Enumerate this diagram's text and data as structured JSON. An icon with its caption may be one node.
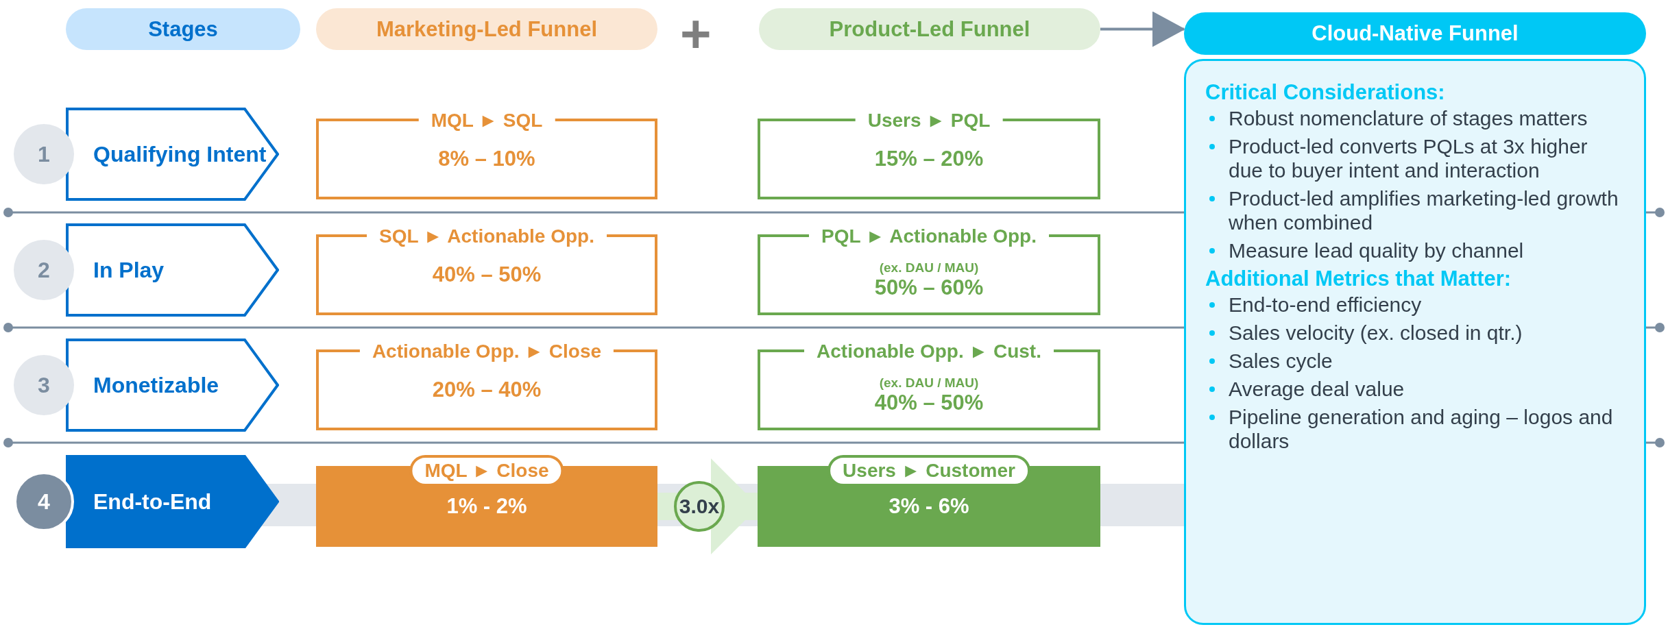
{
  "diagram": {
    "nodes": [
      {
        "text": [
          "Stages"
        ]
      },
      {
        "text": [
          "Marketing-Led Funnel"
        ]
      },
      {
        "text": [
          "Product-Led Funnel"
        ]
      },
      {
        "text": [
          "Cloud-Native Funnel"
        ]
      },
      {
        "text": [
          "Critical Considerations:",
          "Robust nomenclature of stages matters",
          "Product-led converts PQLs at 3x higher due to buyer intent and interaction",
          "Product-led amplifies marketing-led growth when combined",
          "Measure lead quality by channel",
          "Additional Metrics that Matter:",
          "End-to-end efficiency",
          "Sales velocity (ex. closed in qtr.)",
          "Sales cycle",
          "Average deal value",
          "Pipeline generation and aging – logos and dollars"
        ]
      },
      {
        "text": [
          "1"
        ]
      },
      {
        "text": [
          "Qualifying Intent"
        ]
      },
      {
        "text": [
          "MQL ► SQL",
          "8% – 10%"
        ]
      },
      {
        "text": [
          "Users ► PQL",
          "15% – 20%"
        ]
      },
      {
        "text": [
          "2"
        ]
      },
      {
        "text": [
          "In Play"
        ]
      },
      {
        "text": [
          "SQL ► Actionable Opp.",
          "40% – 50%"
        ]
      },
      {
        "text": [
          "PQL ► Actionable Opp.",
          "(ex. DAU / MAU)",
          "50% – 60%"
        ]
      },
      {
        "text": [
          "3"
        ]
      },
      {
        "text": [
          "Monetizable"
        ]
      },
      {
        "text": [
          "Actionable Opp. ► Close",
          "20% – 40%"
        ]
      },
      {
        "text": [
          "Actionable Opp. ► Cust.",
          "(ex. DAU / MAU)",
          "40% – 50%"
        ]
      },
      {
        "text": [
          "4"
        ]
      },
      {
        "text": [
          "End-to-End"
        ]
      },
      {
        "text": [
          "MQL ► Close",
          "1% - 2%"
        ]
      },
      {
        "text": [
          "Users ► Customer",
          "3% - 6%"
        ]
      }
    ],
    "edges": [
      {
        "from": 2,
        "to": 3,
        "arrow": "to"
      },
      {
        "from": 19,
        "to": 20,
        "arrow": "to",
        "label": "3.0x",
        "style": "thick",
        "color": "#dcefd6"
      }
    ],
    "labels": [
      "+"
    ]
  }
}
